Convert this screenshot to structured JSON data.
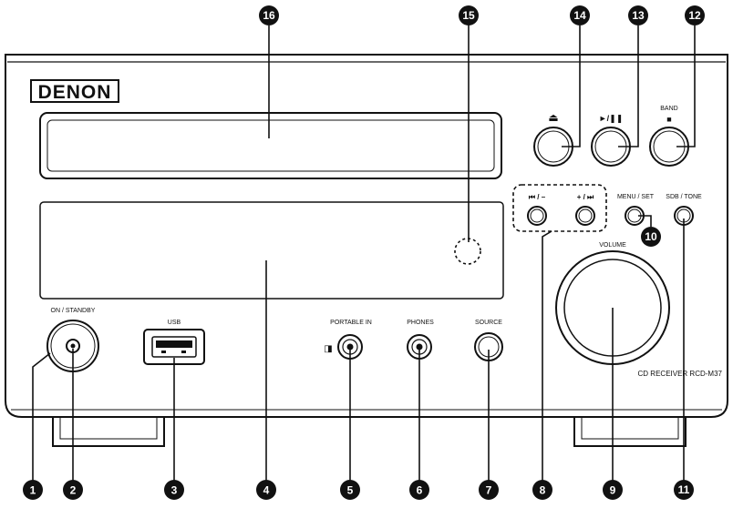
{
  "brand": "DENON",
  "model": "CD RECEIVER RCD-M37",
  "labels": {
    "on_standby": "ON / STANDBY",
    "usb": "USB",
    "portable_in": "PORTABLE IN",
    "phones": "PHONES",
    "source": "SOURCE",
    "volume": "VOLUME",
    "menu_set": "MENU / SET",
    "sdb_tone": "SDB / TONE",
    "band": "BAND",
    "prev_minus": "⏮ / –",
    "plus_next": "+ / ⏭",
    "eject_symbol": "⏏",
    "play_pause_symbol": "►/❚❚",
    "stop_symbol": "■",
    "portable_in_indicator": "◨"
  },
  "callouts": {
    "n1": "1",
    "n2": "2",
    "n3": "3",
    "n4": "4",
    "n5": "5",
    "n6": "6",
    "n7": "7",
    "n8": "8",
    "n9": "9",
    "n10": "10",
    "n11": "11",
    "n12": "12",
    "n13": "13",
    "n14": "14",
    "n15": "15",
    "n16": "16"
  },
  "colors": {
    "line": "#111111",
    "badge": "#111111",
    "badge_text": "#ffffff",
    "background": "#ffffff"
  }
}
